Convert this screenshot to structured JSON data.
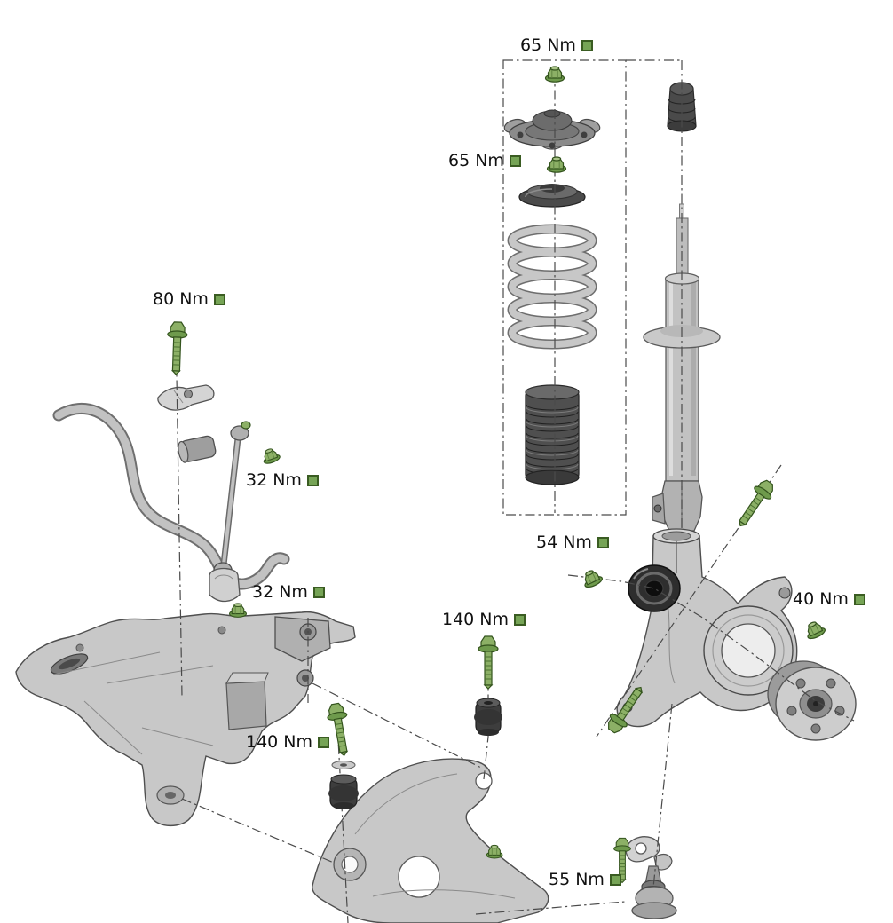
{
  "description": "Exploded diagram of a front suspension corner (strut with coil spring, steering knuckle, wheel hub, subframe, lower control arm, stabilizer bar) with tightening torque callouts",
  "unit": "Nm",
  "colors": {
    "badge_green": "#76a456",
    "badge_border": "#3a5c22",
    "fastener_green": "#8cb066",
    "fastener_green_mid": "#6e9a4c",
    "fastener_green_light": "#a9c487",
    "fastener_green_dark": "#33531d"
  },
  "labels": [
    {
      "id": "strut-top-nut",
      "text": "65 Nm",
      "value": 65
    },
    {
      "id": "strut-bearing-nut",
      "text": "65 Nm",
      "value": 65
    },
    {
      "id": "stabilizer-bracket-bolt",
      "text": "80 Nm",
      "value": 80
    },
    {
      "id": "stabilizer-link-upper",
      "text": "32 Nm",
      "value": 32
    },
    {
      "id": "stabilizer-link-lower",
      "text": "32 Nm",
      "value": 32
    },
    {
      "id": "knuckle-pinch-nut",
      "text": "54 Nm",
      "value": 54
    },
    {
      "id": "hub-nut",
      "text": "40 Nm",
      "value": 40
    },
    {
      "id": "control-arm-rear-bolt",
      "text": "140 Nm",
      "value": 140
    },
    {
      "id": "control-arm-front-bolt",
      "text": "140 Nm",
      "value": 140
    },
    {
      "id": "ball-joint-bolt",
      "text": "55 Nm",
      "value": 55
    }
  ],
  "parts": [
    "strut-mount",
    "spring-seat",
    "coil-spring",
    "dust-boot",
    "bump-stop",
    "strut",
    "steering-knuckle",
    "wheel-bearing",
    "wheel-hub",
    "stabilizer-bar",
    "stabilizer-link",
    "stabilizer-clamp",
    "subframe",
    "control-arm",
    "control-arm-bushings",
    "ball-joint"
  ]
}
